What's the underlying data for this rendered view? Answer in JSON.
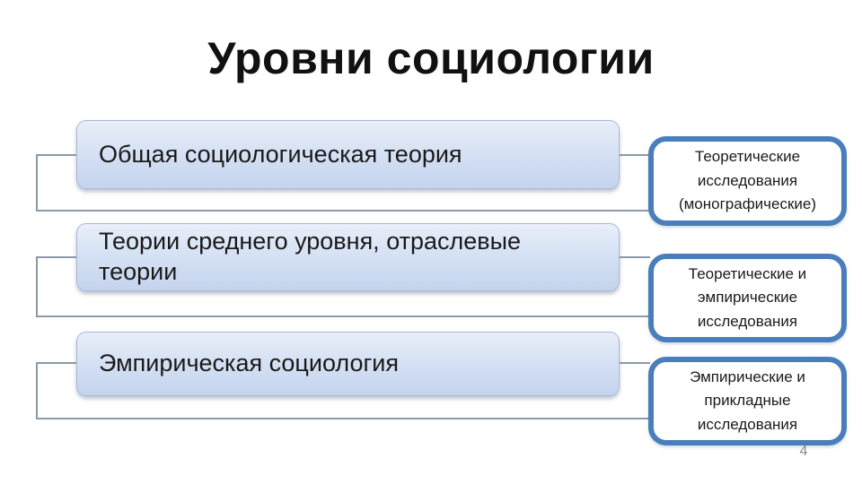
{
  "slide": {
    "title": "Уровни социологии",
    "page_number": "4"
  },
  "rows": [
    {
      "main_label": "Общая социологическая теория",
      "side_label": "Теоретические\nисследования\n(монографические)"
    },
    {
      "main_label": "Теории среднего уровня, отраслевые\nтеории",
      "side_label": "Теоретические и\nэмпирические\nисследования"
    },
    {
      "main_label": "Эмпирическая социология",
      "side_label": "Эмпирические и\nприкладные\nисследования"
    }
  ],
  "colors": {
    "accent_border": "#4a7ebb",
    "main_box_gradient_top": "#e9effa",
    "main_box_gradient_bottom": "#c5d4ee",
    "connector": "#8b99ab",
    "text": "#1a1a1a",
    "page_number": "#8a8a8a",
    "background": "#ffffff"
  }
}
